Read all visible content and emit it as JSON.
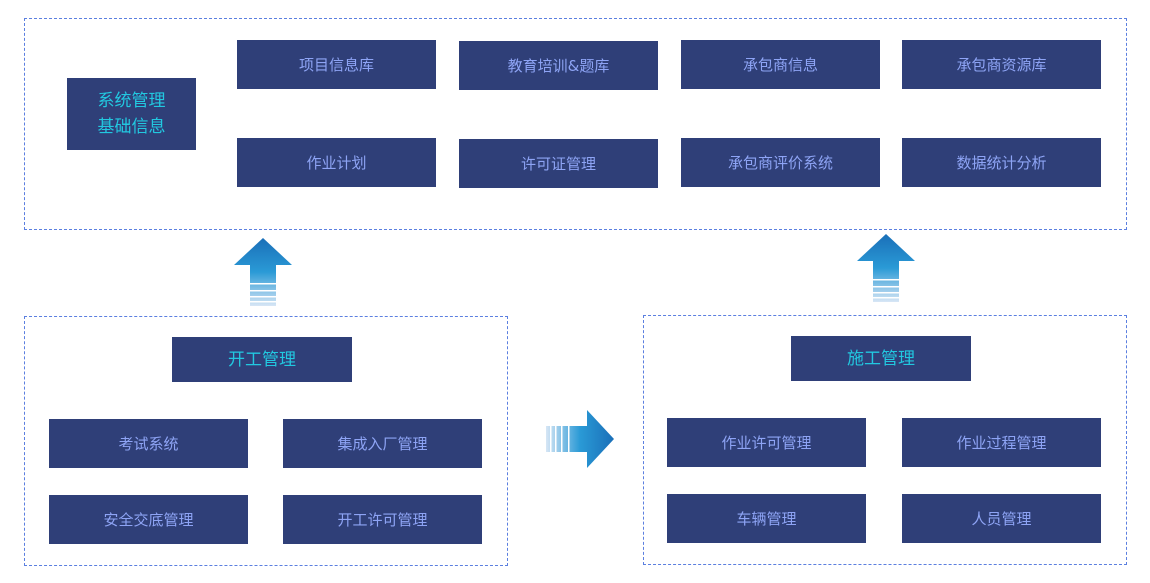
{
  "top": {
    "title_line1": "系统管理",
    "title_line2": "基础信息",
    "items": [
      "项目信息库",
      "教育培训&题库",
      "承包商信息",
      "承包商资源库",
      "作业计划",
      "许可证管理",
      "承包商评价系统",
      "数据统计分析"
    ]
  },
  "left": {
    "title": "开工管理",
    "items": [
      "考试系统",
      "集成入厂管理",
      "安全交底管理",
      "开工许可管理"
    ]
  },
  "right": {
    "title": "施工管理",
    "items": [
      "作业许可管理",
      "作业过程管理",
      "车辆管理",
      "人员管理"
    ]
  },
  "colors": {
    "box": "#2f3f78",
    "title_text": "#22c8e0",
    "item_text": "#8ea4f5",
    "border": "#5b7fe0",
    "arrow": "#1a7fc0"
  }
}
